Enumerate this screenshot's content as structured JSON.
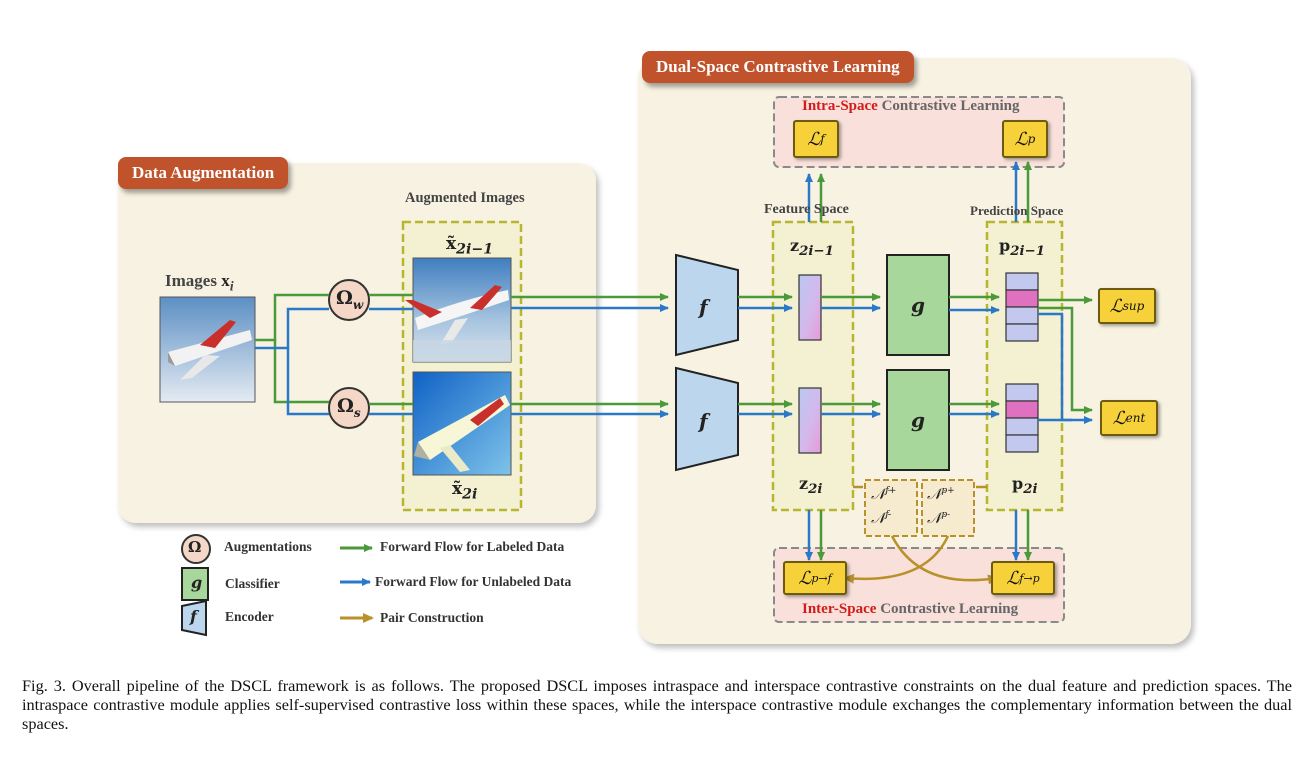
{
  "panels": {
    "data_augmentation": "Data Augmentation",
    "dscl": "Dual-Space Contrastive Learning"
  },
  "augmentation": {
    "augmented_images_title": "Augmented Images",
    "images_label": "Images",
    "images_symbol": "x",
    "images_sub": "i",
    "top_image_label": "x̃",
    "top_image_sub": "2i−1",
    "bottom_image_label": "x̃",
    "bottom_image_sub": "2i",
    "weak_aug": "Ω",
    "weak_sub": "w",
    "strong_aug": "Ω",
    "strong_sub": "s"
  },
  "network": {
    "encoder": "f",
    "classifier": "g",
    "feature_space": "Feature Space",
    "prediction_space": "Prediction Space",
    "z_top": "z",
    "z_top_sub": "2i−1",
    "z_bottom": "z",
    "z_bottom_sub": "2i",
    "p_top": "p",
    "p_top_sub": "2i−1",
    "p_bottom": "p",
    "p_bottom_sub": "2i"
  },
  "intra_space": {
    "title_red": "Intra-Space",
    "title_rest": " Contrastive Learning",
    "loss_f": "ℒ",
    "loss_f_sub": "f",
    "loss_p": "ℒ",
    "loss_p_sub": "p"
  },
  "inter_space": {
    "title_red": "Inter-Space",
    "title_rest": " Contrastive Learning",
    "loss_pf": "ℒ",
    "loss_pf_sub": "p→f",
    "loss_fp": "ℒ",
    "loss_fp_sub": "f→p"
  },
  "outputs": {
    "loss_sup": "ℒ",
    "loss_sup_sub": "sup",
    "loss_ent": "ℒ",
    "loss_ent_sub": "ent"
  },
  "pairs": {
    "nf_pos": "𝒩",
    "nf_pos_sup": "f+",
    "nf_neg": "𝒩",
    "nf_neg_sup": "f-",
    "np_pos": "𝒩",
    "np_pos_sup": "p+",
    "np_neg": "𝒩",
    "np_neg_sup": "p-"
  },
  "legend": {
    "augmentations": "Augmentations",
    "classifier": "Classifier",
    "encoder": "Encoder",
    "omega_icon": "Ω",
    "g_icon": "g",
    "f_icon": "f",
    "labeled": "Forward Flow for Labeled Data",
    "unlabeled": "Forward Flow for Unlabeled Data",
    "pair": "Pair Construction"
  },
  "colors": {
    "labeled_flow": "#4a9a3a",
    "unlabeled_flow": "#2a78c8",
    "pair_flow": "#b8912a",
    "badge": "#c0532b",
    "loss_box": "#f7d13a"
  },
  "caption": "Fig. 3.  Overall pipeline of the DSCL framework is as follows. The proposed DSCL imposes intraspace and interspace contrastive constraints on the dual feature and prediction spaces. The intraspace contrastive module applies self-supervised contrastive loss within these spaces, while the interspace contrastive module exchanges the complementary information between the dual spaces."
}
